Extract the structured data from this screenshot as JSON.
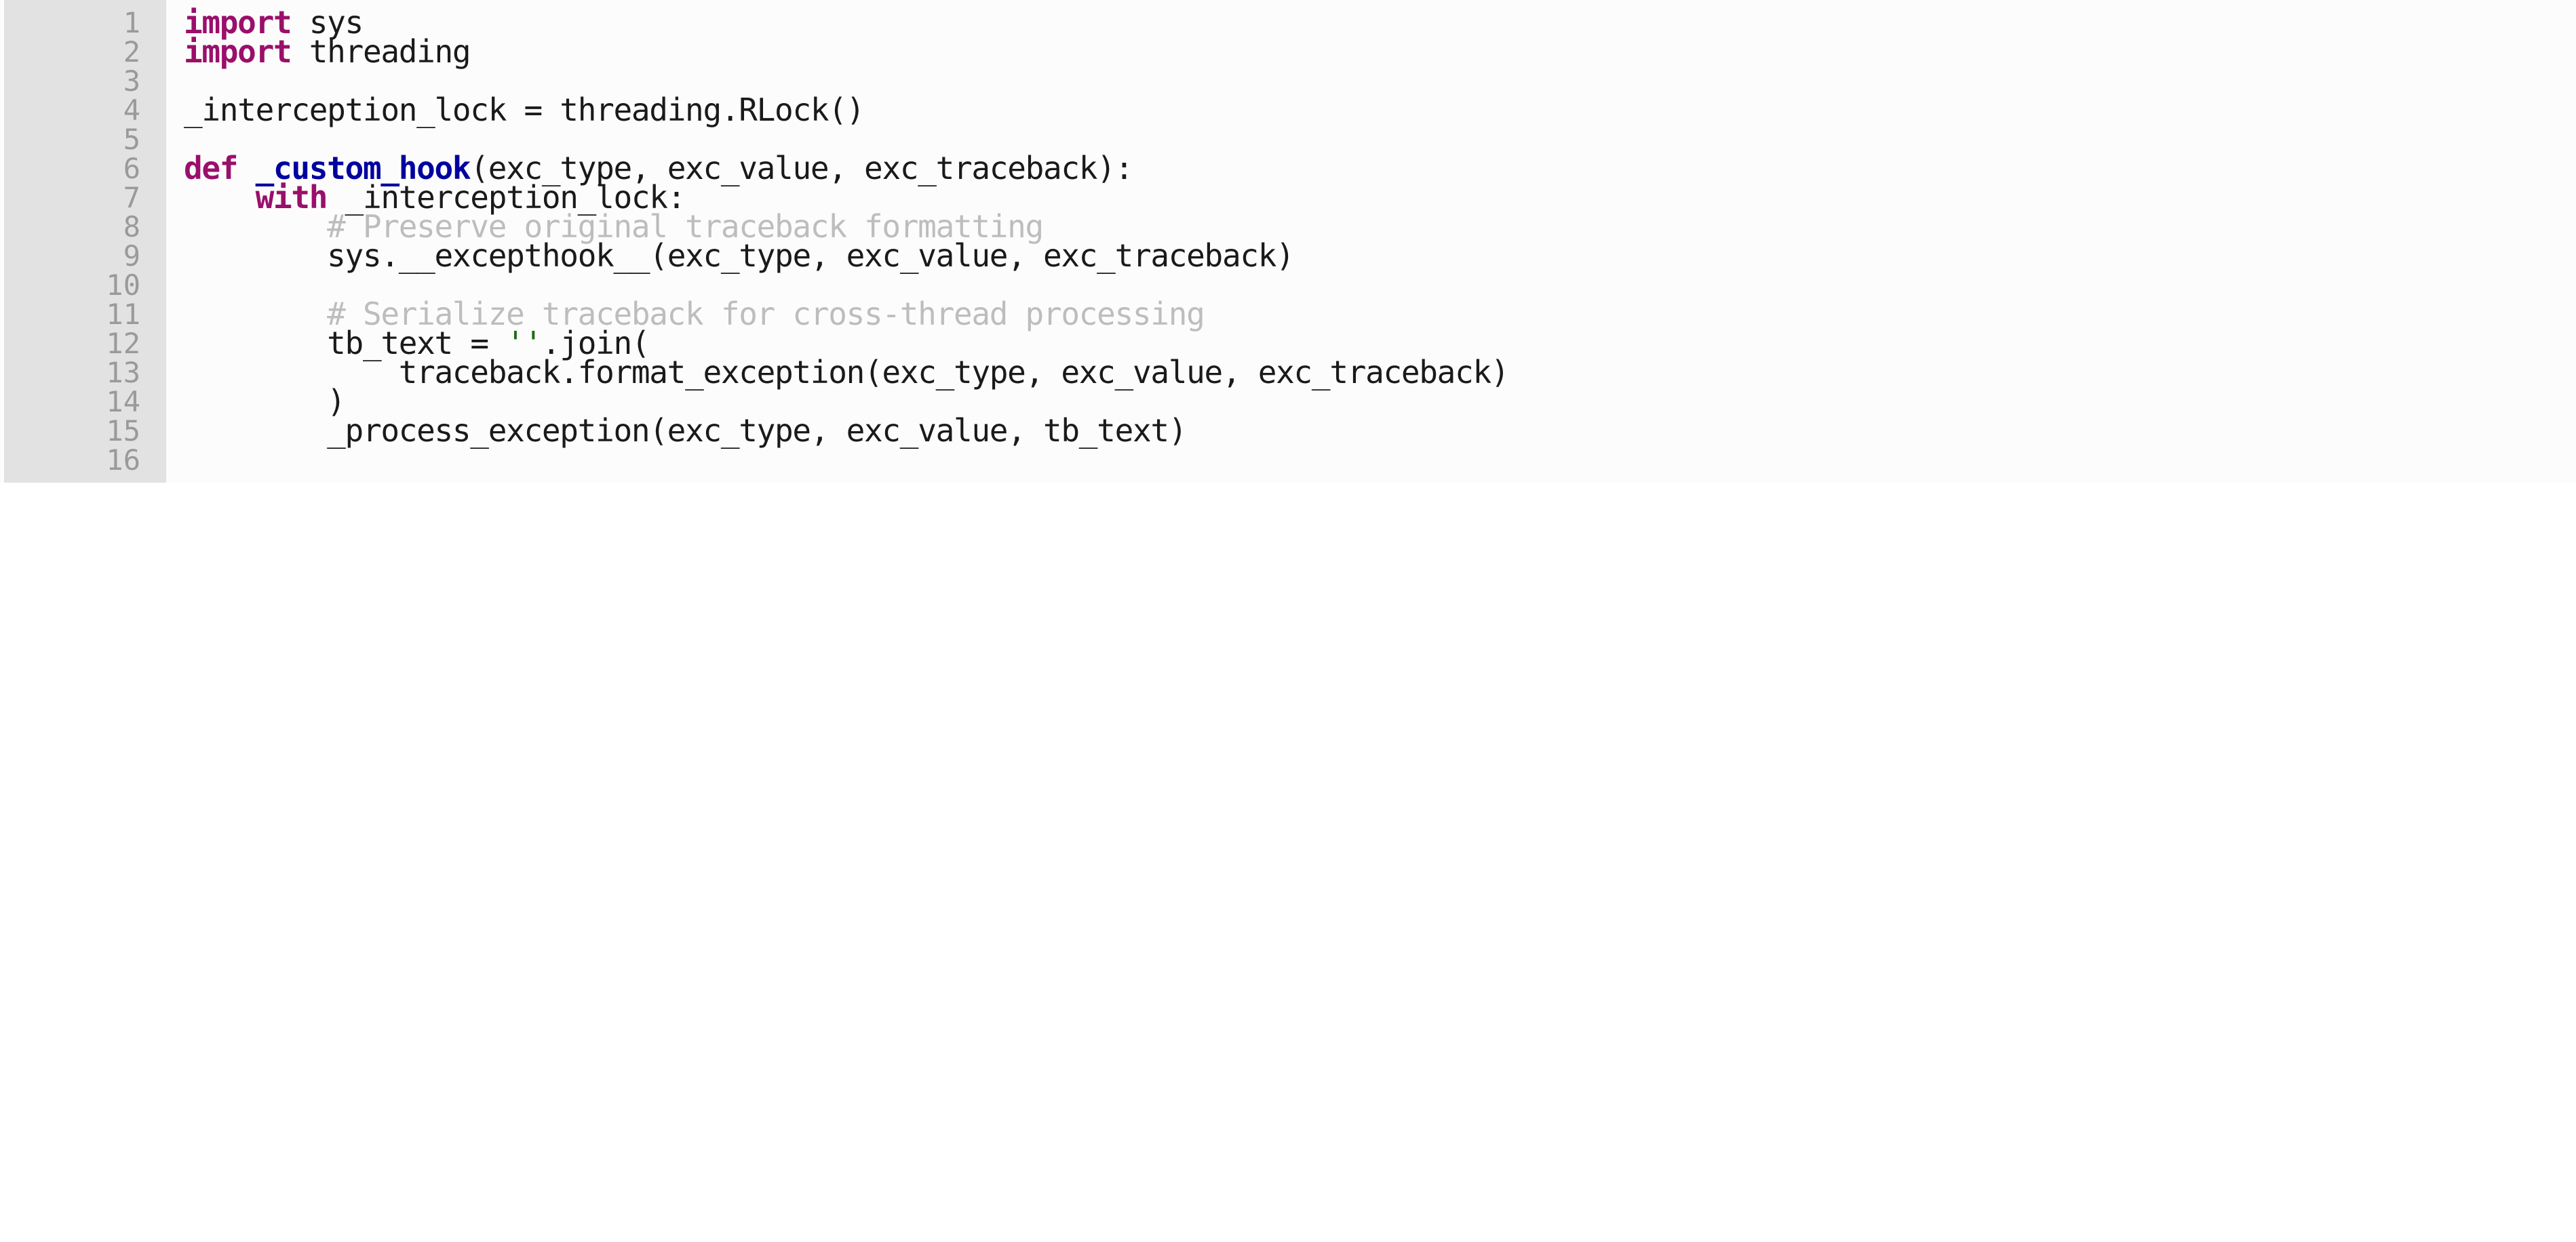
{
  "editor": {
    "language": "python",
    "background_color": "#fcfcfc",
    "gutter_color": "#e2e2e2",
    "line_number_color": "#9a9a9a",
    "keyword_color": "#9a0f6b",
    "function_color": "#00009f",
    "string_color": "#1a6b17",
    "comment_color": "#bdbdbd",
    "text_color": "#1a1a1a",
    "first_line_number": 1,
    "last_line_number": 16,
    "total_lines": 16
  },
  "lines": [
    {
      "number": "1",
      "tokens": [
        {
          "t": "k",
          "v": "import"
        },
        {
          "t": "n",
          "v": " sys"
        }
      ]
    },
    {
      "number": "2",
      "tokens": [
        {
          "t": "k",
          "v": "import"
        },
        {
          "t": "n",
          "v": " threading"
        }
      ]
    },
    {
      "number": "3",
      "tokens": []
    },
    {
      "number": "4",
      "tokens": [
        {
          "t": "n",
          "v": "_interception_lock "
        },
        {
          "t": "o",
          "v": "="
        },
        {
          "t": "n",
          "v": " threading"
        },
        {
          "t": "p",
          "v": "."
        },
        {
          "t": "n",
          "v": "RLock"
        },
        {
          "t": "p",
          "v": "()"
        }
      ]
    },
    {
      "number": "5",
      "tokens": []
    },
    {
      "number": "6",
      "tokens": [
        {
          "t": "k",
          "v": "def"
        },
        {
          "t": "n",
          "v": " "
        },
        {
          "t": "fn",
          "v": "_custom_hook"
        },
        {
          "t": "p",
          "v": "("
        },
        {
          "t": "n",
          "v": "exc_type"
        },
        {
          "t": "p",
          "v": ","
        },
        {
          "t": "n",
          "v": " exc_value"
        },
        {
          "t": "p",
          "v": ","
        },
        {
          "t": "n",
          "v": " exc_traceback"
        },
        {
          "t": "p",
          "v": "):"
        }
      ]
    },
    {
      "number": "7",
      "tokens": [
        {
          "t": "n",
          "v": "    "
        },
        {
          "t": "k",
          "v": "with"
        },
        {
          "t": "n",
          "v": " _interception_lock"
        },
        {
          "t": "p",
          "v": ":"
        }
      ]
    },
    {
      "number": "8",
      "tokens": [
        {
          "t": "n",
          "v": "        "
        },
        {
          "t": "c",
          "v": "# Preserve original traceback formatting"
        }
      ]
    },
    {
      "number": "9",
      "tokens": [
        {
          "t": "n",
          "v": "        sys"
        },
        {
          "t": "p",
          "v": "."
        },
        {
          "t": "n",
          "v": "__excepthook__"
        },
        {
          "t": "p",
          "v": "("
        },
        {
          "t": "n",
          "v": "exc_type"
        },
        {
          "t": "p",
          "v": ","
        },
        {
          "t": "n",
          "v": " exc_value"
        },
        {
          "t": "p",
          "v": ","
        },
        {
          "t": "n",
          "v": " exc_traceback"
        },
        {
          "t": "p",
          "v": ")"
        }
      ]
    },
    {
      "number": "10",
      "tokens": []
    },
    {
      "number": "11",
      "tokens": [
        {
          "t": "n",
          "v": "        "
        },
        {
          "t": "c",
          "v": "# Serialize traceback for cross-thread processing"
        }
      ]
    },
    {
      "number": "12",
      "tokens": [
        {
          "t": "n",
          "v": "        tb_text "
        },
        {
          "t": "o",
          "v": "="
        },
        {
          "t": "n",
          "v": " "
        },
        {
          "t": "s",
          "v": "''"
        },
        {
          "t": "p",
          "v": "."
        },
        {
          "t": "n",
          "v": "join"
        },
        {
          "t": "p",
          "v": "("
        }
      ]
    },
    {
      "number": "13",
      "tokens": [
        {
          "t": "n",
          "v": "            traceback"
        },
        {
          "t": "p",
          "v": "."
        },
        {
          "t": "n",
          "v": "format_exception"
        },
        {
          "t": "p",
          "v": "("
        },
        {
          "t": "n",
          "v": "exc_type"
        },
        {
          "t": "p",
          "v": ","
        },
        {
          "t": "n",
          "v": " exc_value"
        },
        {
          "t": "p",
          "v": ","
        },
        {
          "t": "n",
          "v": " exc_traceback"
        },
        {
          "t": "p",
          "v": ")"
        }
      ]
    },
    {
      "number": "14",
      "tokens": [
        {
          "t": "n",
          "v": "        "
        },
        {
          "t": "p",
          "v": ")"
        }
      ]
    },
    {
      "number": "15",
      "tokens": [
        {
          "t": "n",
          "v": "        _process_exception"
        },
        {
          "t": "p",
          "v": "("
        },
        {
          "t": "n",
          "v": "exc_type"
        },
        {
          "t": "p",
          "v": ","
        },
        {
          "t": "n",
          "v": " exc_value"
        },
        {
          "t": "p",
          "v": ","
        },
        {
          "t": "n",
          "v": " tb_text"
        },
        {
          "t": "p",
          "v": ")"
        }
      ]
    },
    {
      "number": "16",
      "tokens": []
    }
  ],
  "source_text": "import sys\nimport threading\n\n_interception_lock = threading.RLock()\n\ndef _custom_hook(exc_type, exc_value, exc_traceback):\n    with _interception_lock:\n        # Preserve original traceback formatting\n        sys.__excepthook__(exc_type, exc_value, exc_traceback)\n\n        # Serialize traceback for cross-thread processing\n        tb_text = ''.join(\n            traceback.format_exception(exc_type, exc_value, exc_traceback)\n        )\n        _process_exception(exc_type, exc_value, tb_text)\n"
}
